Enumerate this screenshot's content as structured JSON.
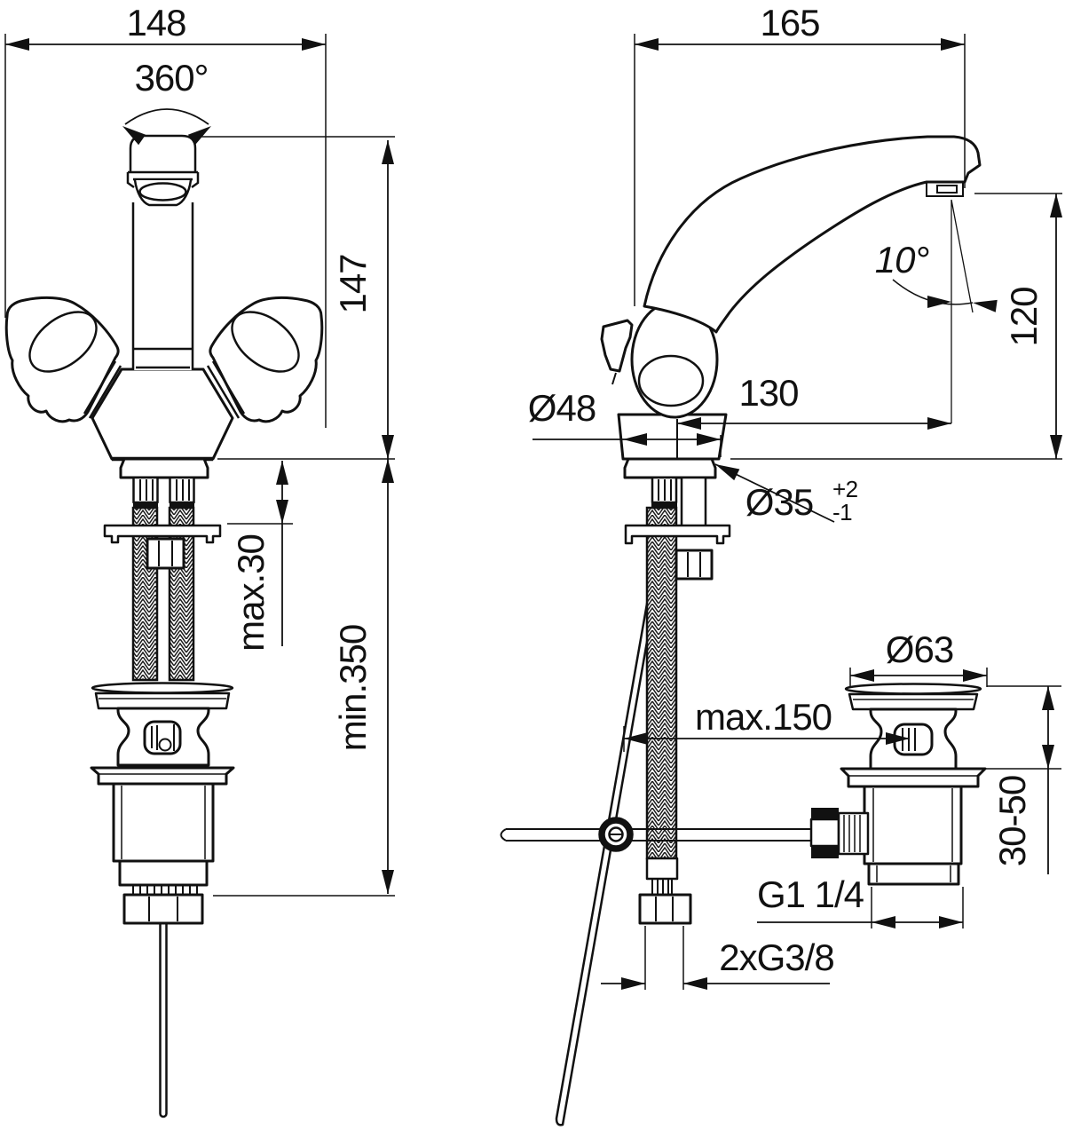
{
  "drawing": {
    "type": "technical-drawing",
    "subject": "two-handle basin mixer tap with pop-up waste, front and side views with dimensions",
    "units": "mm",
    "colors": {
      "line": "#111111",
      "background": "#ffffff"
    }
  },
  "labels": {
    "front_width": "148",
    "swivel": "360°",
    "front_height": "147",
    "deck_max": "max.30",
    "hose_min": "min.350",
    "side_width": "165",
    "spout_angle": "10°",
    "spout_height": "120",
    "spout_reach": "130",
    "base_dia": "Ø48",
    "hole_dia": "Ø35",
    "hole_tol_plus": "+2",
    "hole_tol_minus": "-1",
    "waste_dia": "Ø63",
    "waste_offset": "max.150",
    "waste_range": "30-50",
    "waste_thread": "G1 1/4",
    "supply_thread": "2xG3/8"
  }
}
